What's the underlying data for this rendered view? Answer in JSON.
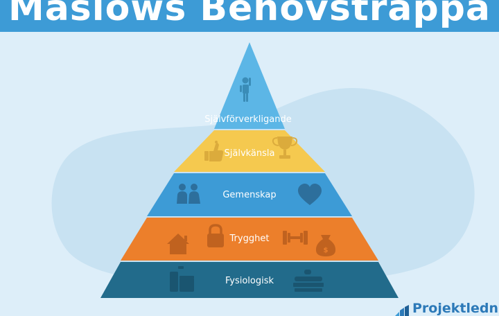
{
  "header": {
    "title": "Maslows Behovstrappa"
  },
  "colors": {
    "background": "#ddeef9",
    "blob": "#c8e2f2",
    "header": "#3d9bd6",
    "self_actualization": "#5cb6e6",
    "esteem": "#f5c94f",
    "belonging": "#3d9bd6",
    "safety": "#ec7f2b",
    "physiological": "#226b8b"
  },
  "pyramid": {
    "levels": [
      {
        "label": "Självförverkligande",
        "icons": [
          "person-raising-hand-icon"
        ]
      },
      {
        "label": "Självkänsla",
        "icons": [
          "thumbs-up-icon",
          "trophy-icon"
        ]
      },
      {
        "label": "Gemenskap",
        "icons": [
          "people-icon",
          "heart-icon"
        ]
      },
      {
        "label": "Trygghet",
        "icons": [
          "house-icon",
          "padlock-icon",
          "dumbbell-icon",
          "money-bag-icon"
        ]
      },
      {
        "label": "Fysiologisk",
        "icons": [
          "food-icon",
          "bed-icon"
        ]
      }
    ]
  },
  "brand": {
    "logo_text": "Projektledni"
  }
}
